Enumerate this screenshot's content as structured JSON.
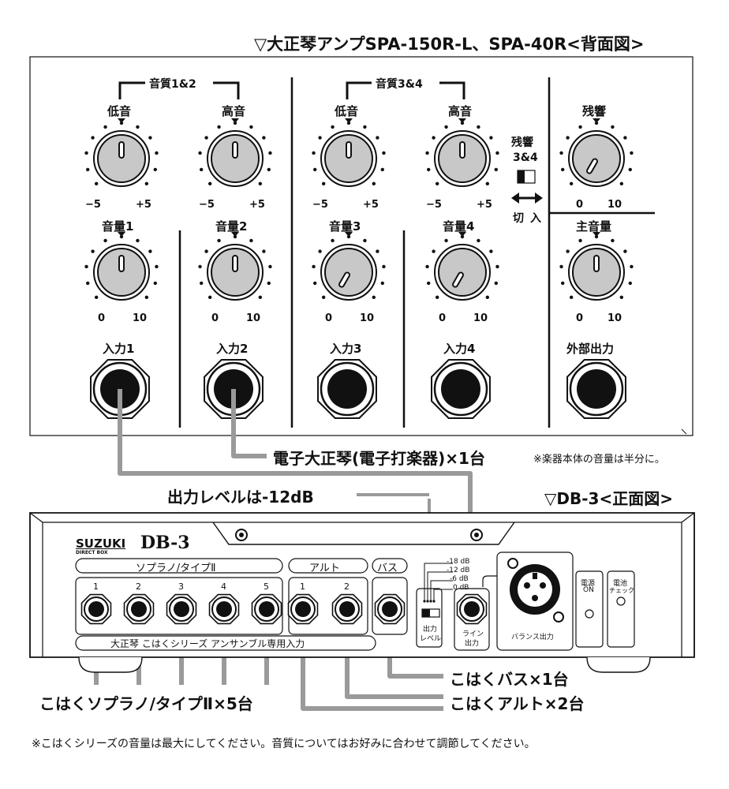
{
  "amp": {
    "title": "▽大正琴アンプSPA-150R-L、SPA-40R<背面図>",
    "group_tone12": "音質1&2",
    "group_tone34": "音質3&4",
    "bass": "低音",
    "treble": "高音",
    "tone_min": "−5",
    "tone_max": "+5",
    "reverb34_line1": "残響",
    "reverb34_line2": "3&4",
    "switch_off": "切",
    "switch_on": "入",
    "reverb": "残響",
    "master": "主音量",
    "vol_min": "0",
    "vol_max": "10",
    "volume_labels": [
      "音量1",
      "音量2",
      "音量3",
      "音量4"
    ],
    "input_labels": [
      "入力1",
      "入力2",
      "入力3",
      "入力4"
    ],
    "external_out": "外部出力"
  },
  "connection_notes": {
    "electronic_taisho": "電子大正琴(電子打楽器)×1台",
    "electronic_taisho_note": "※楽器本体の音量は半分に。",
    "output_level": "出力レベルは-12dB"
  },
  "db3": {
    "title": "▽DB-3<正面図>",
    "brand": "SUZUKI",
    "brand_sub": "DIRECT BOX",
    "model": "DB-3",
    "section_soprano": "ソプラノ/タイプⅡ",
    "section_alto": "アルト",
    "section_bass": "バス",
    "soprano_numbers": [
      "1",
      "2",
      "3",
      "4",
      "5"
    ],
    "alto_numbers": [
      "1",
      "2"
    ],
    "bottom_label": "大正琴 こはくシリーズ アンサンブル専用入力",
    "levels": [
      "-18 dB",
      "-12 dB",
      "-6 dB",
      "0 dB"
    ],
    "output_level_line1": "出力",
    "output_level_line2": "レベル",
    "line_out_line1": "ライン",
    "line_out_line2": "出力",
    "balance_out": "バランス出力",
    "power_line1": "電源",
    "power_line2": "ON",
    "battery_line1": "電池",
    "battery_line2": "チェック"
  },
  "bottom_notes": {
    "bass_count": "こはくバス×1台",
    "alto_count": "こはくアルト×2台",
    "soprano_count": "こはくソプラノ/タイプⅡ×5台",
    "footnote": "※こはくシリーズの音量は最大にしてください。音質についてはお好みに合わせて調節してください。"
  },
  "colors": {
    "cable": "#9a9a9a",
    "knob": "#c8c8c8",
    "line": "#111111"
  }
}
